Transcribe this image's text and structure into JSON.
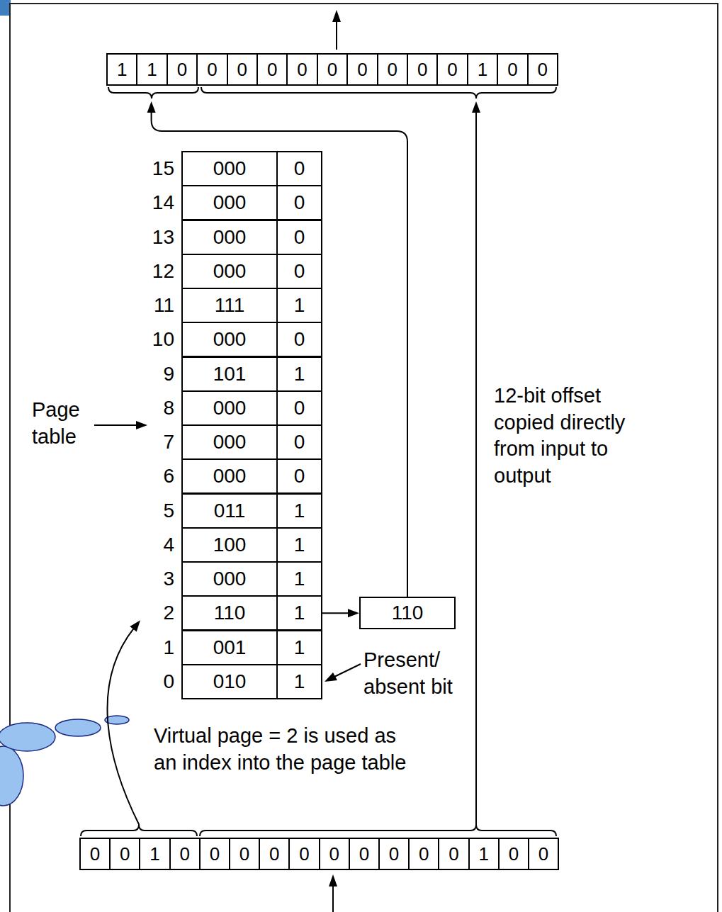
{
  "diagram": {
    "nodes": [
      {
        "text": [
          "1",
          "1",
          "0",
          "0",
          "0",
          "0",
          "0",
          "0",
          "0",
          "0",
          "0",
          "0",
          "1",
          "0",
          "0"
        ]
      },
      {
        "text": [
          "15",
          "000",
          "0"
        ]
      },
      {
        "text": [
          "14",
          "000",
          "0"
        ]
      },
      {
        "text": [
          "13",
          "000",
          "0"
        ]
      },
      {
        "text": [
          "12",
          "000",
          "0"
        ]
      },
      {
        "text": [
          "11",
          "111",
          "1"
        ]
      },
      {
        "text": [
          "10",
          "000",
          "0"
        ]
      },
      {
        "text": [
          "9",
          "101",
          "1"
        ]
      },
      {
        "text": [
          "8",
          "000",
          "0"
        ]
      },
      {
        "text": [
          "7",
          "000",
          "0"
        ]
      },
      {
        "text": [
          "6",
          "000",
          "0"
        ]
      },
      {
        "text": [
          "5",
          "011",
          "1"
        ]
      },
      {
        "text": [
          "4",
          "100",
          "1"
        ]
      },
      {
        "text": [
          "3",
          "000",
          "1"
        ]
      },
      {
        "text": [
          "2",
          "110",
          "1"
        ]
      },
      {
        "text": [
          "1",
          "001",
          "1"
        ]
      },
      {
        "text": [
          "0",
          "010",
          "1"
        ]
      },
      {
        "text": [
          "110"
        ]
      },
      {
        "text": [
          "0",
          "0",
          "1",
          "0",
          "0",
          "0",
          "0",
          "0",
          "0",
          "0",
          "0",
          "0",
          "0",
          "1",
          "0",
          "0"
        ]
      }
    ],
    "edges": [
      {
        "from": 14,
        "to": 17,
        "arrow": "to"
      },
      {
        "from": 17,
        "to": 0,
        "arrow": "to"
      },
      {
        "from": 18,
        "to": 14,
        "arrow": "to"
      },
      {
        "from": 18,
        "to": 0,
        "arrow": "to"
      }
    ],
    "labels": [
      "Page table",
      "12-bit offset copied directly from input to output",
      "Present/ absent bit",
      "Virtual page = 2 is used as an index into the page table"
    ]
  }
}
